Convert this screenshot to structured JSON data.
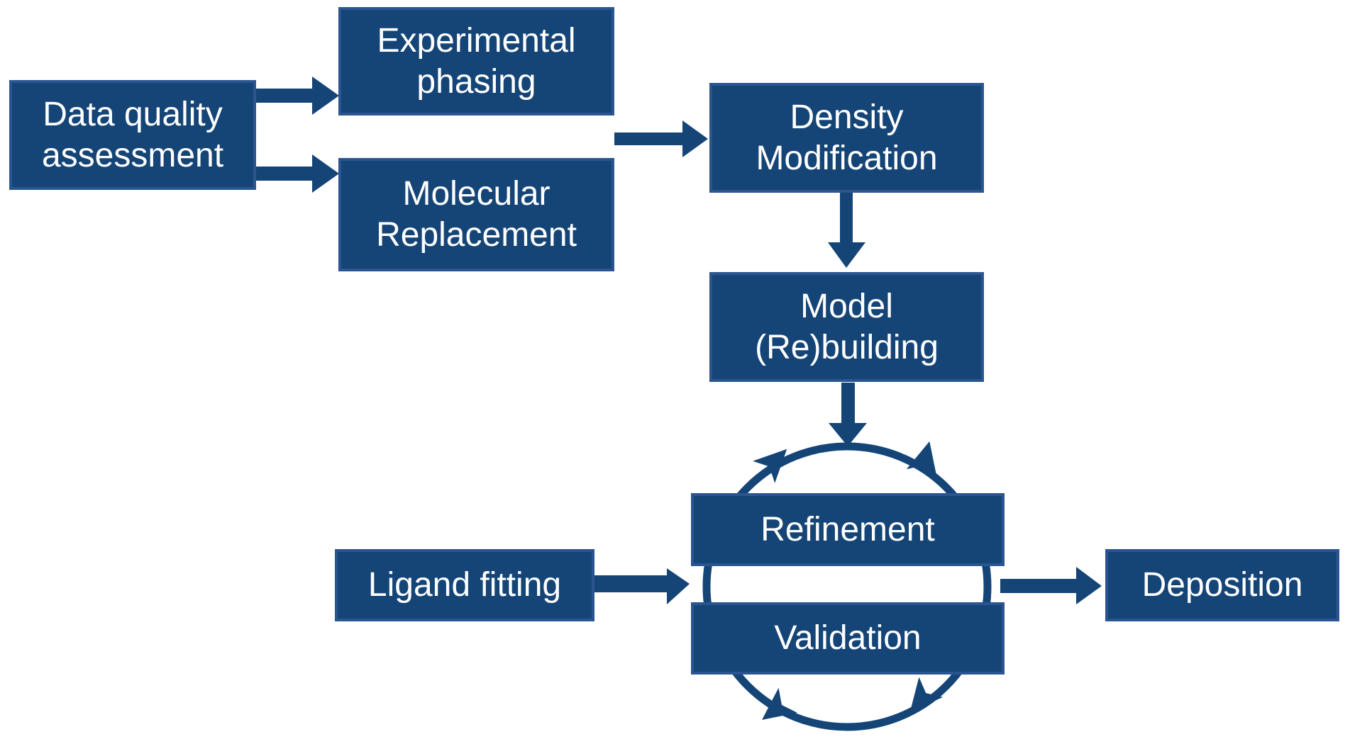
{
  "colors": {
    "background": "#FFFFFF",
    "node_fill": "#154577",
    "node_border": "#2B5590",
    "arrow": "#154577",
    "text": "#FFFFFF"
  },
  "nodes": {
    "data_quality_assessment": {
      "line1": "Data quality",
      "line2": "assessment"
    },
    "experimental_phasing": {
      "line1": "Experimental",
      "line2": "phasing"
    },
    "molecular_replacement": {
      "line1": "Molecular",
      "line2": "Replacement"
    },
    "density_modification": {
      "line1": "Density",
      "line2": "Modification"
    },
    "model_rebuilding": {
      "line1": "Model",
      "line2": "(Re)building"
    },
    "refinement": {
      "line1": "Refinement"
    },
    "validation": {
      "line1": "Validation"
    },
    "ligand_fitting": {
      "line1": "Ligand fitting"
    },
    "deposition": {
      "line1": "Deposition"
    }
  },
  "edges": [
    {
      "from": "Data quality assessment",
      "to": "Experimental phasing"
    },
    {
      "from": "Data quality assessment",
      "to": "Molecular Replacement"
    },
    {
      "from": "Experimental phasing / Molecular Replacement",
      "to": "Density Modification"
    },
    {
      "from": "Density Modification",
      "to": "Model (Re)building"
    },
    {
      "from": "Model (Re)building",
      "to": "Refinement-Validation cycle"
    },
    {
      "from": "Ligand fitting",
      "to": "Refinement-Validation cycle"
    },
    {
      "from": "Refinement-Validation cycle",
      "to": "Deposition"
    },
    {
      "from": "Refinement",
      "to": "Validation",
      "type": "cycle"
    },
    {
      "from": "Validation",
      "to": "Refinement",
      "type": "cycle"
    }
  ],
  "cycle": {
    "members": [
      "Refinement",
      "Validation"
    ],
    "arrowheads": 4,
    "direction": "clockwise"
  }
}
